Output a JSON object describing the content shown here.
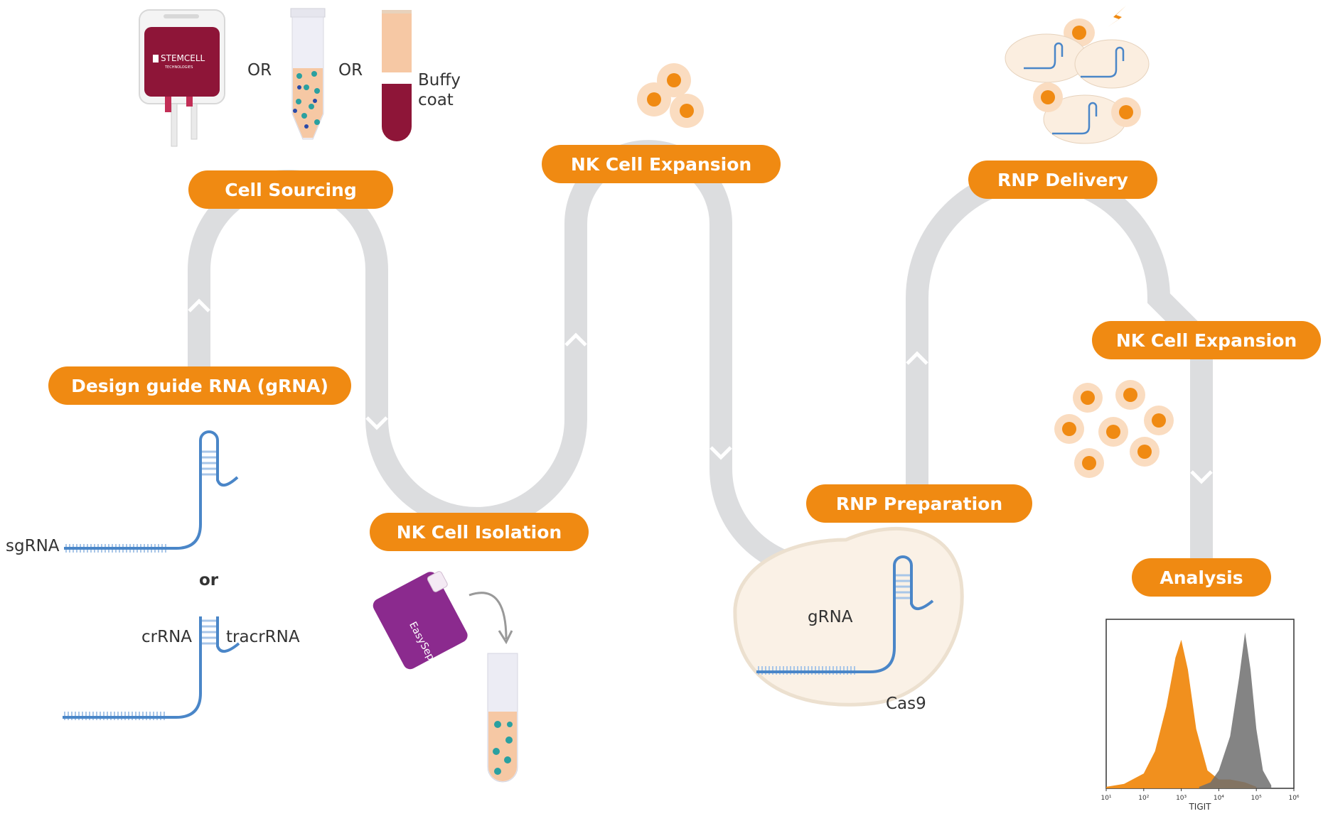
{
  "steps": {
    "cell_sourcing": "Cell Sourcing",
    "design_grna": "Design guide RNA (gRNA)",
    "nk_isolation": "NK Cell Isolation",
    "nk_expansion_1": "NK Cell Expansion",
    "rnp_preparation": "RNP Preparation",
    "rnp_delivery": "RNP Delivery",
    "nk_expansion_2": "NK Cell Expansion",
    "analysis": "Analysis"
  },
  "sourcing": {
    "or_1": "OR",
    "or_2": "OR",
    "buffy_line1": "Buffy",
    "buffy_line2": "coat",
    "bag_logo": "STEMCELL",
    "bag_logo_sub": "TECHNOLOGIES"
  },
  "grna": {
    "sgrna": "sgRNA",
    "or": "or",
    "crrna": "crRNA",
    "tracrrna": "tracrRNA"
  },
  "isolation": {
    "easysep": "EasySep™"
  },
  "rnp": {
    "grna": "gRNA",
    "cas9": "Cas9"
  },
  "histogram": {
    "xlabel": "TIGIT",
    "ticks": [
      "10¹",
      "10²",
      "10³",
      "10⁴",
      "10⁵",
      "10⁶"
    ]
  },
  "colors": {
    "orange": "#f08a12",
    "track": "#dcdddf",
    "blue": "#4a86c8",
    "bag": "#8e1538",
    "purple": "#8b2a8e",
    "grey_peak": "#6e6e6e"
  },
  "chart_data": {
    "type": "area",
    "xlabel": "TIGIT",
    "x_scale": "log",
    "xlim": [
      10,
      1000000
    ],
    "series": [
      {
        "x": [
          10,
          30,
          100,
          200,
          400,
          700,
          1000,
          1500,
          2500,
          5000,
          10000,
          20000,
          50000,
          100000
        ],
        "values": [
          0.01,
          0.03,
          0.1,
          0.25,
          0.55,
          0.88,
          1.0,
          0.8,
          0.4,
          0.12,
          0.06,
          0.06,
          0.04,
          0.01
        ]
      },
      {
        "x": [
          3000,
          6000,
          10000,
          20000,
          35000,
          50000,
          70000,
          100000,
          150000,
          250000
        ],
        "values": [
          0.01,
          0.04,
          0.12,
          0.35,
          0.75,
          1.05,
          0.8,
          0.4,
          0.12,
          0.02
        ]
      }
    ]
  }
}
